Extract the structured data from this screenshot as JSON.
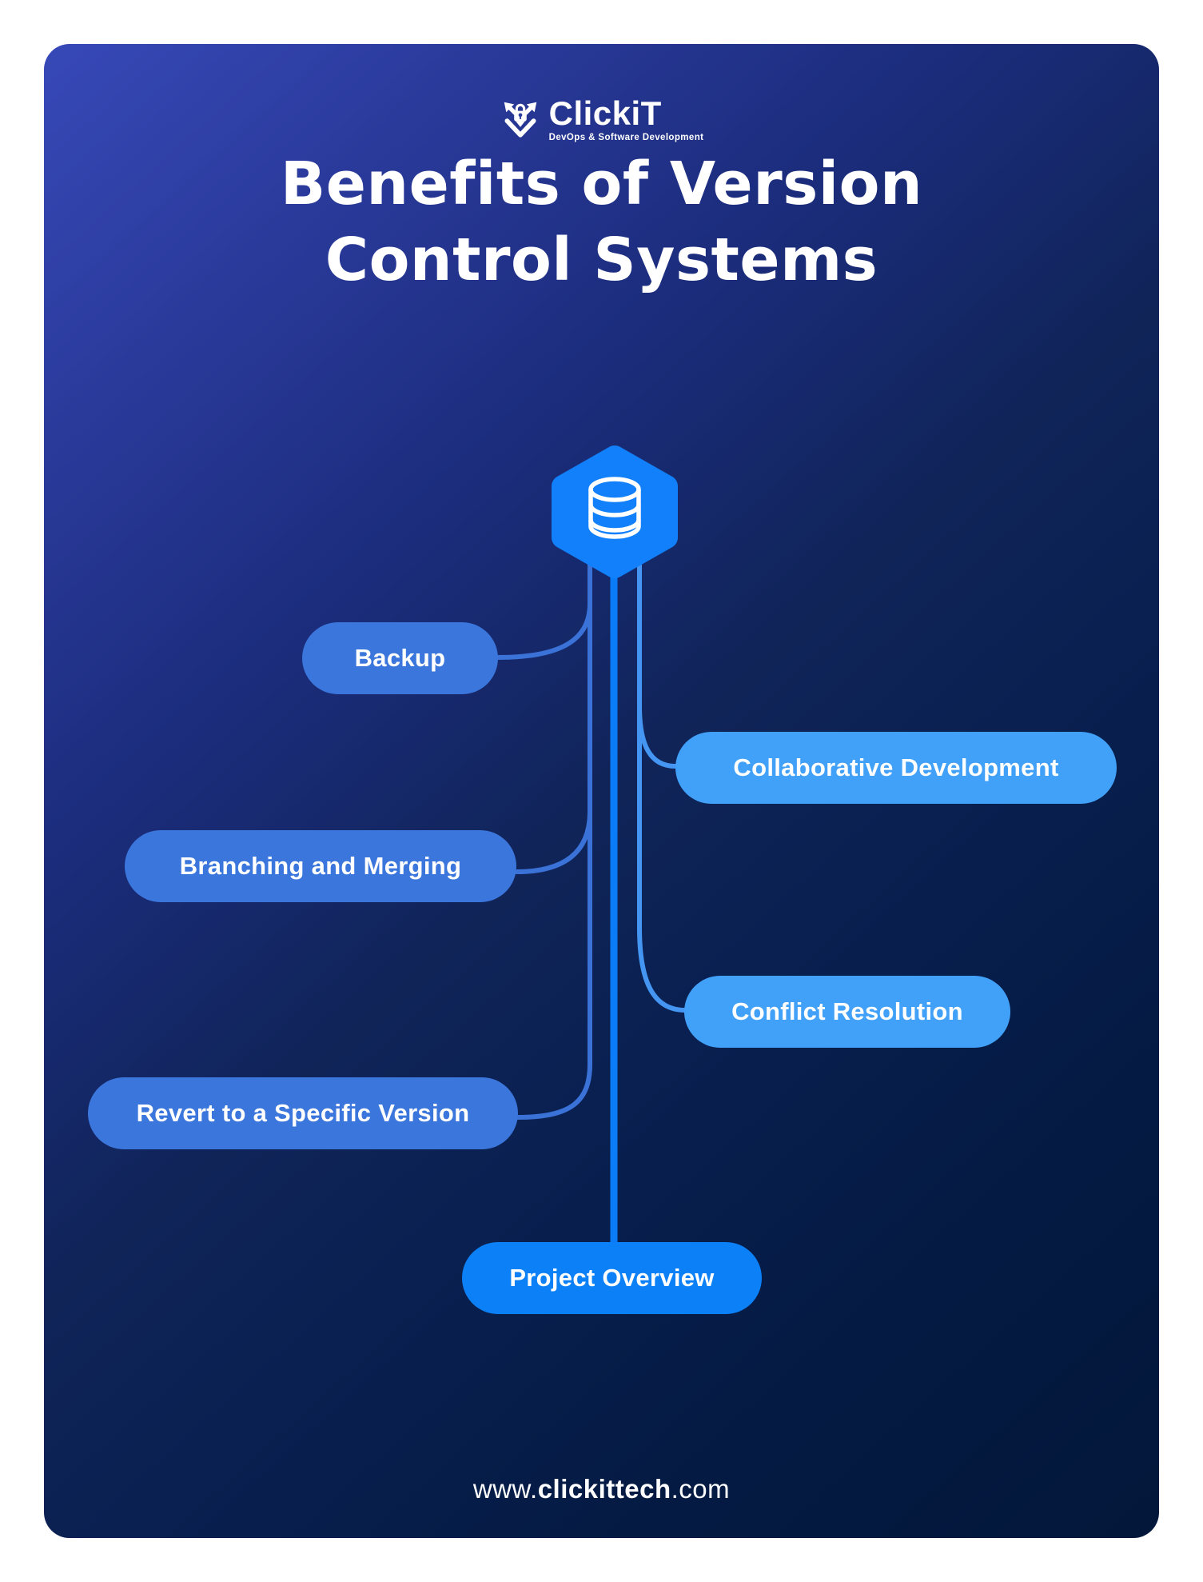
{
  "logo": {
    "brand": "ClickiT",
    "tagline": "DevOps & Software Development",
    "icon": "shield-lock-arrows-icon"
  },
  "infographic": {
    "title_line1": "Benefits of Version",
    "title_line2": "Control Systems",
    "footer_prefix": "www.",
    "footer_domain": "clickittech",
    "footer_suffix": ".com"
  },
  "diagram": {
    "center_icon": "database-hexagon",
    "hexagon_color": "#1180fa",
    "line_colors": {
      "left": "#3a72d8",
      "center": "#0b7cf8",
      "right": "#4496f2"
    },
    "nodes": [
      {
        "label": "Backup",
        "side": "left",
        "color": "#3b76dc"
      },
      {
        "label": "Collaborative Development",
        "side": "right",
        "color": "#41a0f8"
      },
      {
        "label": "Branching and Merging",
        "side": "left",
        "color": "#3b76dc"
      },
      {
        "label": "Conflict Resolution",
        "side": "right",
        "color": "#41a0f8"
      },
      {
        "label": "Revert to a Specific Version",
        "side": "left",
        "color": "#3b76dc"
      },
      {
        "label": "Project Overview",
        "side": "bottom",
        "color": "#0c80f7"
      }
    ]
  },
  "colors": {
    "page_background": "#ffffff",
    "card_gradient_start": "#3749b8",
    "card_gradient_end": "#03173a",
    "text": "#ffffff"
  }
}
